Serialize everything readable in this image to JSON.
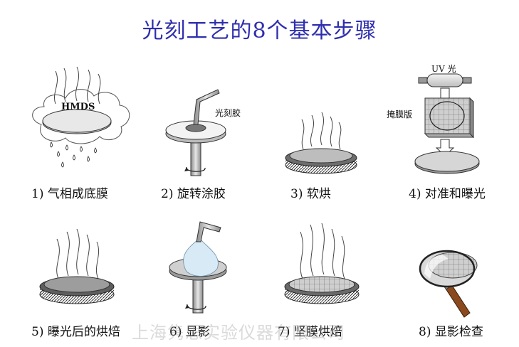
{
  "title": "光刻工艺的8个基本步骤",
  "labels": {
    "hmds": "HMDS",
    "photoresist": "光刻胶",
    "uv": "UV 光",
    "mask": "掩膜版"
  },
  "steps": [
    {
      "caption": "1)  气相成底膜"
    },
    {
      "caption": "2)  旋转涂胶"
    },
    {
      "caption": "3)  软烘"
    },
    {
      "caption": "4)  对准和曝光"
    },
    {
      "caption": "5)  曝光后的烘焙"
    },
    {
      "caption": "6)  显影"
    },
    {
      "caption": "7)  坚膜烘焙"
    },
    {
      "caption": "8)  显影检查"
    }
  ],
  "watermark": "上海隽思实验仪器有限公司"
}
